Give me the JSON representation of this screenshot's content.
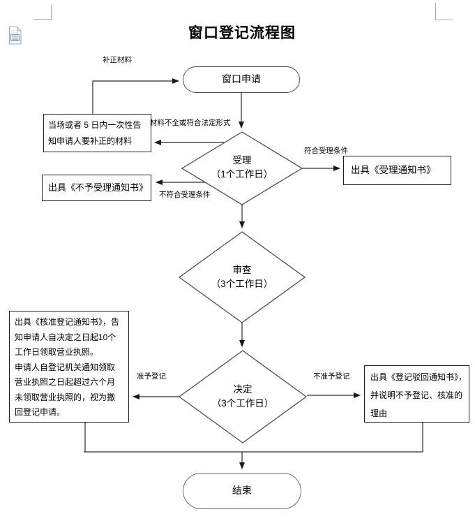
{
  "page": {
    "title": "窗口登记流程图"
  },
  "nodes": {
    "start": "窗口申请",
    "accept": "受理\n（1个工作日）",
    "review": "审查\n（3个工作日）",
    "decide": "决定\n（3个工作日）",
    "accept_notice": "出具《受理通知书》",
    "no_accept_notice": "出具《不予受理通知书》",
    "correction_notice": "当场或者 5 日内一次性告\n知申请人要补正的材料",
    "approve_notice": "出具《核准登记通知书》，告\n知申请人自决定之日起10个\n工作日领取营业执照。\n申请人自登记机关通知领取\n营业执照之日起超过六个月\n未领取营业执照的，视为撤\n回登记申请。",
    "deny_notice": "出具《登记驳回通知书》，\n并说明不予登记、核准的\n理由",
    "end": "结束"
  },
  "edge_labels": {
    "supplement": "补正材料",
    "incomplete": "材料不全或符合法定形式",
    "meet": "符合受理条件",
    "not_meet": "不符合受理条件",
    "grant": "准予登记",
    "not_grant": "不准予登记"
  },
  "icons": {
    "embedded_object": "document-icon",
    "crop_marks": "text-boundary-corner-marks"
  },
  "colors": {
    "line": "#3f3f3f",
    "text": "#000000",
    "page_bg": "#ffffff",
    "crop_mark": "#a6a6a6",
    "icon_accent": "#8d9bbd"
  }
}
